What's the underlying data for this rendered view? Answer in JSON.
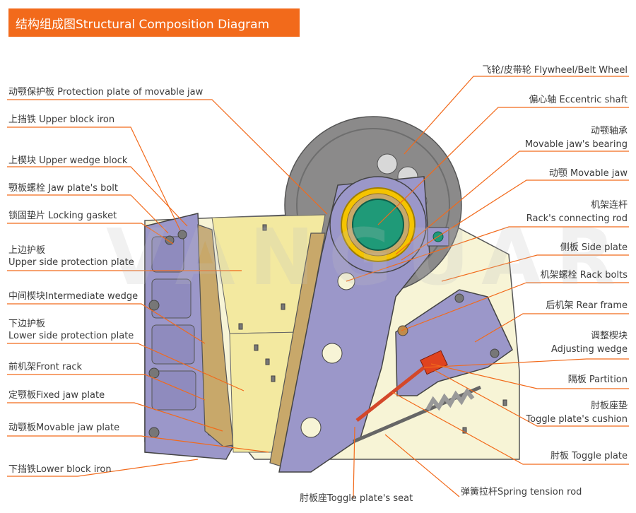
{
  "title": "结构组成图Structural Composition Diagram",
  "watermark": "VANGUARD",
  "colors": {
    "accent": "#f26a1b",
    "frame": "#f7f4d6",
    "jaw_plate": "#f3e9a0",
    "jaw_body": "#9b97c9",
    "flywheel": "#8b8a8a",
    "bearing_ring": "#f5c400",
    "shaft": "#1f9a78",
    "leader": "#f26a1b"
  },
  "left_labels": {
    "protection_plate": "动颚保护板 Protection plate of movable jaw",
    "upper_block_iron": "上挡铁 Upper block iron",
    "upper_wedge_block": "上楔块 Upper wedge block",
    "jaw_plate_bolt": "颚板螺栓 Jaw plate's bolt",
    "locking_gasket": "锁固垫片 Locking gasket",
    "upper_side_cn": "上边护板",
    "upper_side_en": "Upper side protection plate",
    "intermediate_wedge": "中间楔块Intermediate wedge",
    "lower_side_cn": "下边护板",
    "lower_side_en": "Lower side protection plate",
    "front_rack": "前机架Front rack",
    "fixed_jaw_plate": "定颚板Fixed jaw plate",
    "movable_jaw_plate": "动颚板Movable jaw plate",
    "lower_block_iron": "下挡铁Lower block iron"
  },
  "right_labels": {
    "flywheel": "飞轮/皮带轮 Flywheel/Belt Wheel",
    "eccentric_shaft": "偏心轴 Eccentric shaft",
    "bearing_cn": "动颚轴承",
    "bearing_en": "Movable jaw's bearing",
    "movable_jaw": "动颚 Movable jaw",
    "rack_connecting_cn": "机架连杆",
    "rack_connecting_en": "Rack's connecting rod",
    "side_plate": "侧板 Side plate",
    "rack_bolts": "机架螺栓 Rack bolts",
    "rear_frame": "后机架 Rear frame",
    "adjusting_wedge_cn": "调整楔块",
    "adjusting_wedge_en": "Adjusting wedge",
    "partition": "隔板 Partition",
    "toggle_cushion_cn": "肘板座垫",
    "toggle_cushion_en": "Toggle plate's cushion",
    "toggle_plate": "肘板 Toggle plate",
    "spring_tension_rod": "弹簧拉杆Spring tension rod"
  },
  "bottom_labels": {
    "toggle_seat": "肘板座Toggle plate's seat"
  }
}
